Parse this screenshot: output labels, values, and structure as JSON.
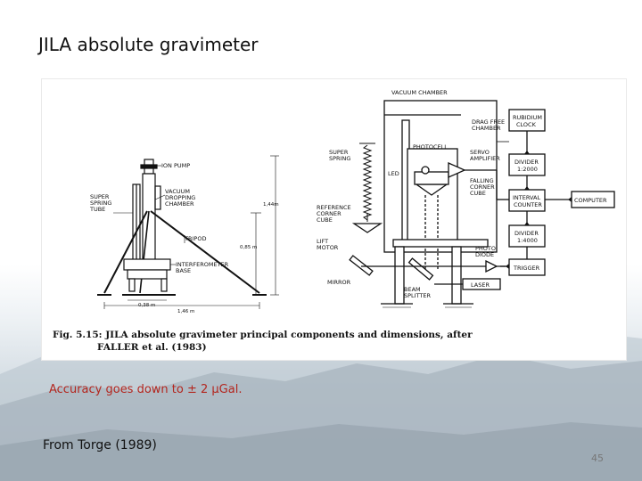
{
  "slide": {
    "title": "JILA absolute gravimeter",
    "accuracy_note": "Accuracy goes down to ± 2 μGal.",
    "source": "From Torge (1989)",
    "page_number": "45"
  },
  "figure": {
    "caption_line1": "Fig. 5.15: JILA absolute gravimeter principal components and dimensions, after",
    "caption_line2": "FALLER et al. (1983)",
    "left_labels": {
      "ion_pump": "ION PUMP",
      "super_spring_tube": [
        "SUPER",
        "SPRING",
        "TUBE"
      ],
      "vacuum_dropping_chamber": [
        "VACUUM",
        "DROPPING",
        "CHAMBER"
      ],
      "tripod": "TRIPOD",
      "interferometer_base": [
        "INTERFEROMETER",
        "BASE"
      ],
      "dim_height_total": "1,44m",
      "dim_height_tripod": "0,85 m",
      "dim_base_inner": "0,38 m",
      "dim_base_total": "1,46 m"
    },
    "right_labels": {
      "vacuum_chamber": "VACUUM CHAMBER",
      "drag_free_chamber": [
        "DRAG FREE",
        "CHAMBER"
      ],
      "photocell": "PHOTOCELL",
      "super_spring": [
        "SUPER",
        "SPRING"
      ],
      "led": "LED",
      "servo_amplifier": [
        "SERVO",
        "AMPLIFIER"
      ],
      "falling_corner_cube": [
        "FALLING",
        "CORNER",
        "CUBE"
      ],
      "reference_corner_cube": [
        "REFERENCE",
        "CORNER",
        "CUBE"
      ],
      "lift_motor": [
        "LIFT",
        "MOTOR"
      ],
      "mirror": "MIRROR",
      "beam_splitter": [
        "BEAM",
        "SPLITTER"
      ],
      "photo_diode": [
        "PHOTO",
        "DIODE"
      ],
      "laser": "LASER",
      "rubidium_clock": [
        "RUBIDIUM",
        "CLOCK"
      ],
      "divider_2000": [
        "DIVIDER",
        "1:2000"
      ],
      "interval_counter": [
        "INTERVAL",
        "COUNTER"
      ],
      "computer": "COMPUTER",
      "divider_4000": [
        "DIVIDER",
        "1:4000"
      ],
      "trigger": "TRIGGER"
    }
  }
}
